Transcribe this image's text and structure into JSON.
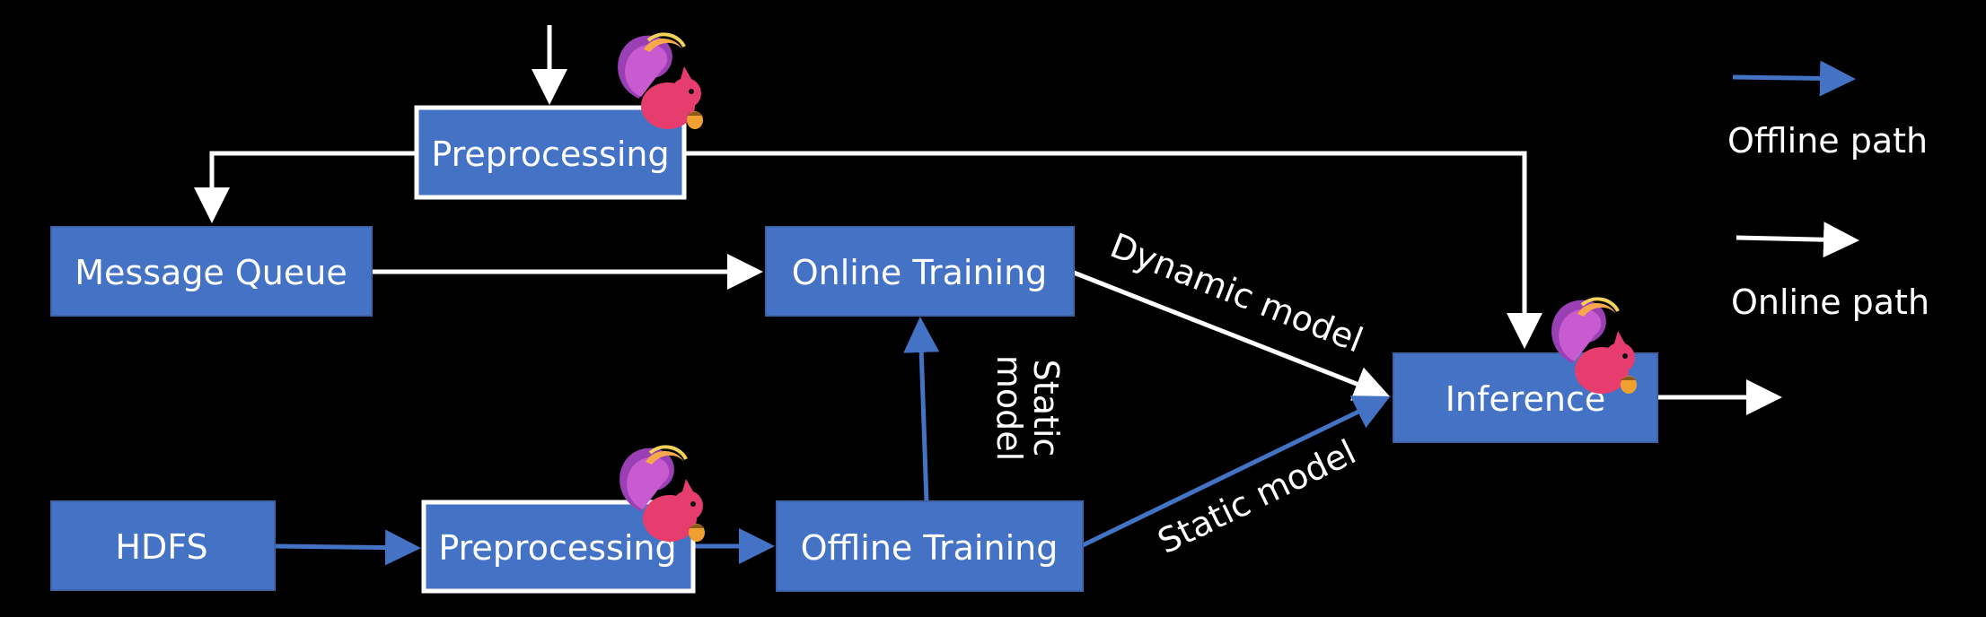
{
  "colors": {
    "background": "#000000",
    "node_fill": "#4472C4",
    "offline_path": "#4472C4",
    "online_path": "#FFFFFF",
    "text": "#FFFFFF",
    "squirrel_body": "#E63C6E"
  },
  "nodes": {
    "preprocessing_top": "Preprocessing",
    "message_queue": "Message Queue",
    "online_training": "Online Training",
    "inference": "Inference",
    "hdfs": "HDFS",
    "preprocessing_bottom": "Preprocessing",
    "offline_training": "Offline Training"
  },
  "edge_labels": {
    "dynamic_model": "Dynamic model",
    "static_model_diagonal": "Static model",
    "static_model_vertical_line1": "Static",
    "static_model_vertical_line2": "model"
  },
  "legend": {
    "offline_label": "Offline path",
    "online_label": "Online path"
  },
  "icons": {
    "flink_logo": "flink-squirrel-icon"
  }
}
